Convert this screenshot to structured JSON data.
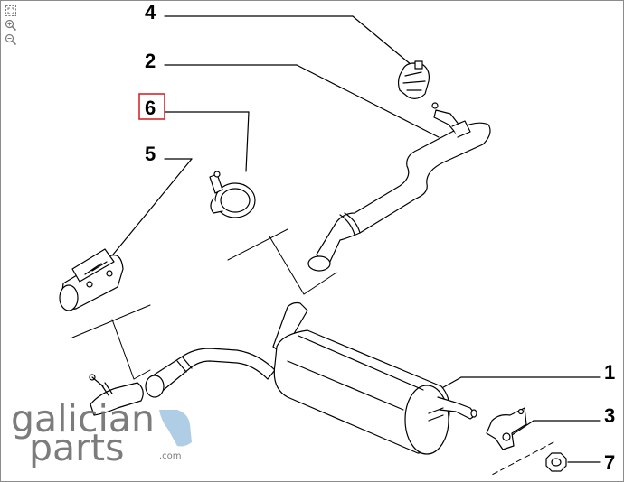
{
  "toolbar": {
    "icons": [
      "fit-page-icon",
      "zoom-in-icon",
      "zoom-out-icon"
    ]
  },
  "callouts": {
    "part_1": "1",
    "part_2": "2",
    "part_3": "3",
    "part_4": "4",
    "part_5": "5",
    "part_6": "6",
    "part_7": "7"
  },
  "highlighted_callout": "6",
  "logo": {
    "line1": "galician",
    "line2": "parts",
    "domain": ".com"
  },
  "colors": {
    "highlight_box": "#d9262b",
    "logo_accent": "#a8c8e4",
    "logo_text": "#6e6e6e",
    "line_art": "#000000"
  }
}
